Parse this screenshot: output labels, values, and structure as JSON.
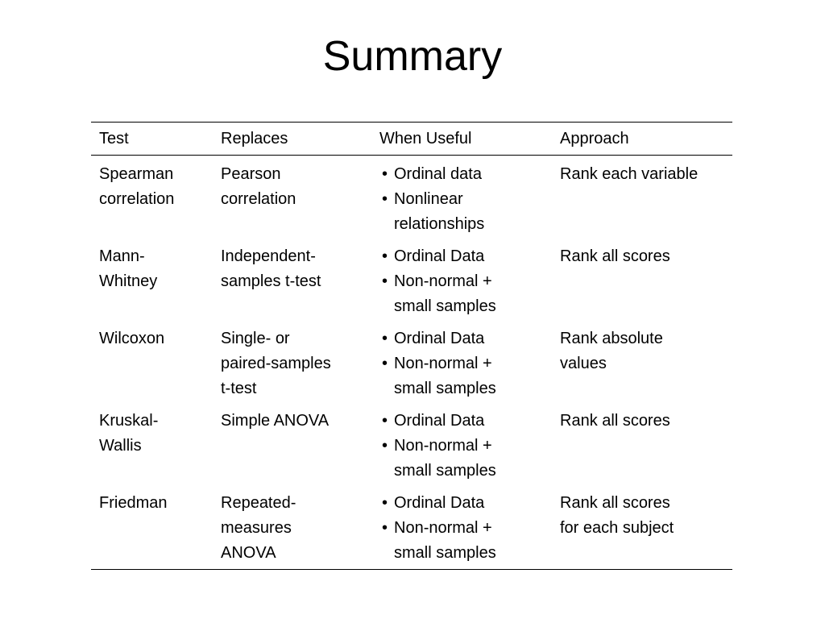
{
  "title": "Summary",
  "table": {
    "headers": {
      "test": "Test",
      "replaces": "Replaces",
      "useful": "When Useful",
      "approach": "Approach"
    },
    "rows": [
      {
        "test": "Spearman\ncorrelation",
        "replaces": "Pearson\ncorrelation",
        "useful": [
          "Ordinal data",
          "Nonlinear\nrelationships"
        ],
        "approach": "Rank each variable"
      },
      {
        "test": "Mann-\nWhitney",
        "replaces": "Independent-\nsamples t-test",
        "useful": [
          "Ordinal Data",
          "Non-normal +\nsmall samples"
        ],
        "approach": "Rank all scores"
      },
      {
        "test": "Wilcoxon",
        "replaces": "Single- or\npaired-samples\nt-test",
        "useful": [
          "Ordinal Data",
          "Non-normal +\nsmall samples"
        ],
        "approach": "Rank absolute\nvalues"
      },
      {
        "test": "Kruskal-\nWallis",
        "replaces": "Simple ANOVA",
        "useful": [
          "Ordinal Data",
          "Non-normal +\nsmall samples"
        ],
        "approach": "Rank all scores"
      },
      {
        "test": "Friedman",
        "replaces": "Repeated-\nmeasures\nANOVA",
        "useful": [
          "Ordinal Data",
          "Non-normal +\nsmall samples"
        ],
        "approach": "Rank all scores\nfor each subject"
      }
    ]
  }
}
